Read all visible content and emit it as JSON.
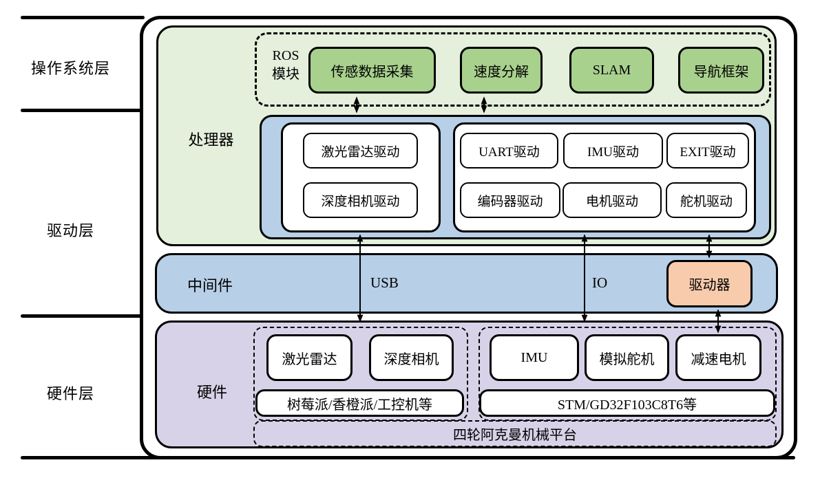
{
  "colors": {
    "green_bg": "#e4efdc",
    "green_btn": "#a9d18e",
    "blue": "#b7cfe7",
    "purple": "#d8d2e8",
    "orange": "#f8cbad"
  },
  "layer_labels": {
    "os": "操作系统层",
    "driver": "驱动层",
    "hardware": "硬件层"
  },
  "processor": {
    "label": "处理器",
    "ros": {
      "label_line1": "ROS",
      "label_line2": "模块",
      "modules": [
        "传感数据采集",
        "速度分解",
        "SLAM",
        "导航框架"
      ]
    },
    "drivers_left": [
      "激光雷达驱动",
      "深度相机驱动"
    ],
    "drivers_right": [
      [
        "UART驱动",
        "IMU驱动",
        "EXIT驱动"
      ],
      [
        "编码器驱动",
        "电机驱动",
        "舵机驱动"
      ]
    ]
  },
  "middleware": {
    "label": "中间件",
    "usb_label": "USB",
    "io_label": "IO",
    "driver_unit": "驱动器"
  },
  "hardware": {
    "label": "硬件",
    "left_devices": [
      "激光雷达",
      "深度相机"
    ],
    "left_board": "树莓派/香橙派/工控机等",
    "right_devices": [
      "IMU",
      "模拟舵机",
      "减速电机"
    ],
    "right_board": "STM/GD32F103C8T6等",
    "platform": "四轮阿克曼机械平台"
  }
}
